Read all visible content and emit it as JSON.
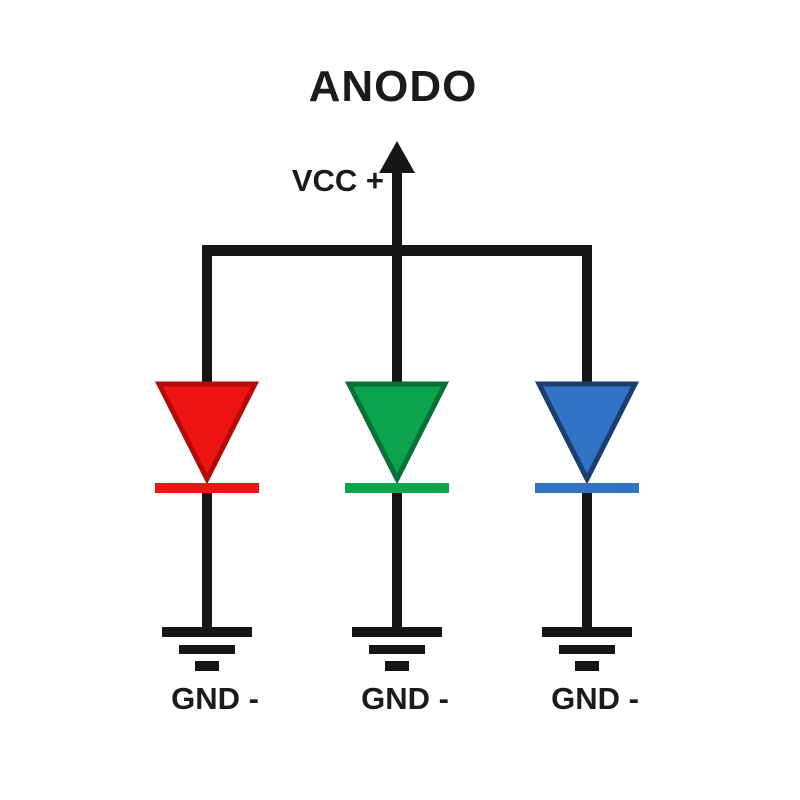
{
  "diagram": {
    "title": "ANODO",
    "vcc_label": "VCC +",
    "background_color": "#ffffff",
    "wire_color": "#161616",
    "text_color": "#1b1b1b"
  },
  "branches": [
    {
      "name": "red-led",
      "fill": "#ee1411",
      "stroke": "#b50b08",
      "gnd_label": "GND -"
    },
    {
      "name": "green-led",
      "fill": "#0ba44d",
      "stroke": "#077136",
      "gnd_label": "GND -"
    },
    {
      "name": "blue-led",
      "fill": "#3273c5",
      "stroke": "#1a3f6e",
      "gnd_label": "GND -"
    }
  ]
}
